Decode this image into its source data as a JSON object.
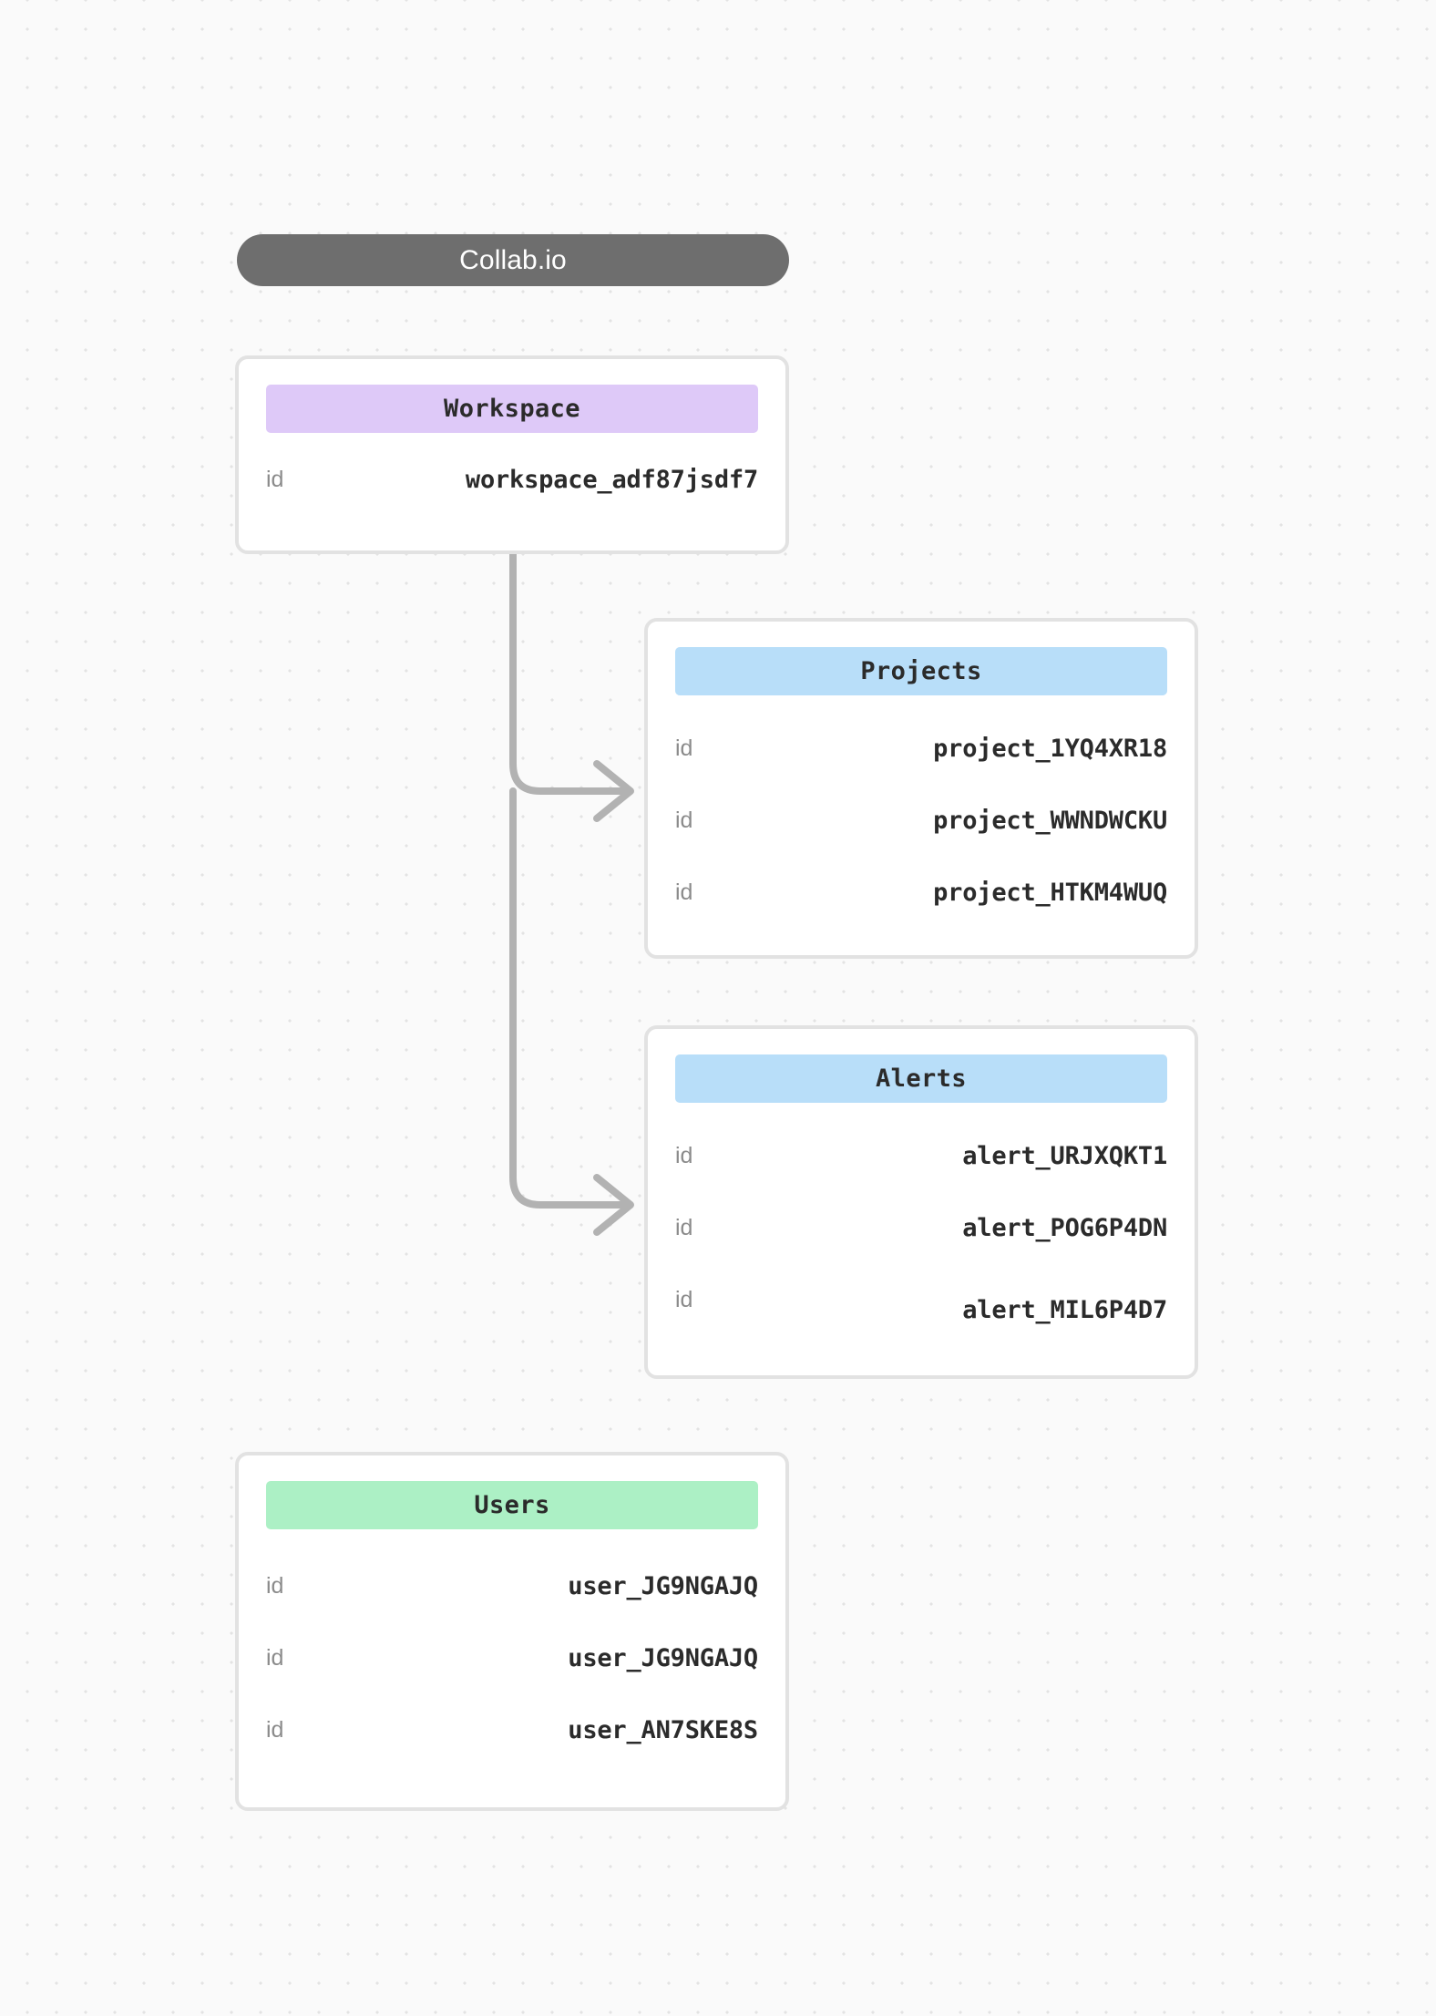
{
  "diagram": {
    "title": "Collab.io",
    "background": {
      "canvas_color": "#fafafa",
      "dot_color": "#e3e3e3"
    },
    "accents": {
      "title_pill": "#6e6e6e",
      "workspace_band": "#dec9f8",
      "projects_band": "#b8def9",
      "alerts_band": "#b8def9",
      "users_band": "#acf0c5",
      "card_border": "#e2e2e2",
      "connector": "#b2b2b2"
    },
    "entities": [
      {
        "id": "workspace",
        "title": "Workspace",
        "band_color": "#dec9f8",
        "rows": [
          {
            "key": "id",
            "value": "workspace_adf87jsdf7"
          }
        ]
      },
      {
        "id": "projects",
        "title": "Projects",
        "band_color": "#b8def9",
        "rows": [
          {
            "key": "id",
            "value": "project_1YQ4XR18"
          },
          {
            "key": "id",
            "value": "project_WWNDWCKU"
          },
          {
            "key": "id",
            "value": "project_HTKM4WUQ"
          }
        ]
      },
      {
        "id": "alerts",
        "title": "Alerts",
        "band_color": "#b8def9",
        "rows": [
          {
            "key": "id",
            "value": "alert_URJXQKT1"
          },
          {
            "key": "id",
            "value": "alert_POG6P4DN"
          },
          {
            "key": "id",
            "value": "alert_MIL6P4D7"
          }
        ]
      },
      {
        "id": "users",
        "title": "Users",
        "band_color": "#acf0c5",
        "rows": [
          {
            "key": "id",
            "value": "user_JG9NGAJQ"
          },
          {
            "key": "id",
            "value": "user_JG9NGAJQ"
          },
          {
            "key": "id",
            "value": "user_AN7SKE8S"
          }
        ]
      }
    ],
    "connections": [
      {
        "from": "workspace",
        "to": "projects"
      },
      {
        "from": "workspace",
        "to": "alerts"
      }
    ]
  }
}
